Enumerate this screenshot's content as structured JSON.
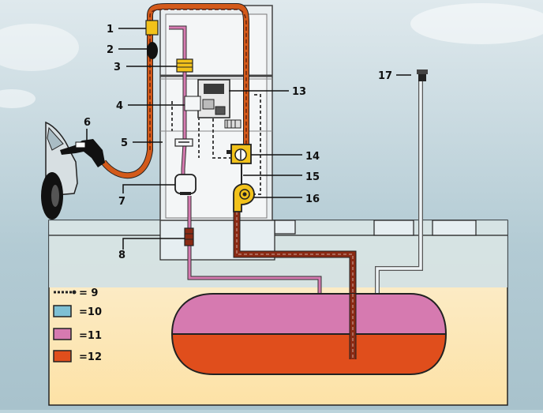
{
  "callouts": [
    {
      "id": "1",
      "label": "1"
    },
    {
      "id": "2",
      "label": "2"
    },
    {
      "id": "3",
      "label": "3"
    },
    {
      "id": "4",
      "label": "4"
    },
    {
      "id": "5",
      "label": "5"
    },
    {
      "id": "6",
      "label": "6"
    },
    {
      "id": "7",
      "label": "7"
    },
    {
      "id": "8",
      "label": "8"
    },
    {
      "id": "13",
      "label": "13"
    },
    {
      "id": "14",
      "label": "14"
    },
    {
      "id": "15",
      "label": "15"
    },
    {
      "id": "16",
      "label": "16"
    },
    {
      "id": "17",
      "label": "17"
    }
  ],
  "legend": [
    {
      "label": "= 9",
      "swatch": "line",
      "color": "#222222"
    },
    {
      "label": "=10",
      "swatch": "box",
      "color": "#7ec0d4"
    },
    {
      "label": "=11",
      "swatch": "box",
      "color": "#d67ab0"
    },
    {
      "label": "=12",
      "swatch": "box",
      "color": "#e04e1c"
    }
  ],
  "colors": {
    "sky_top": "#dce9ee",
    "sky_bottom": "#aac6d0",
    "ground": "#fdf1d6",
    "vapor": "#d67ab0",
    "fuel": "#e04e1c",
    "hose": "#d35a1a",
    "fuel_pipe": "#8a2a14",
    "yellow": "#f2c21b",
    "outline": "#222222",
    "gray": "#cfcfcf"
  }
}
